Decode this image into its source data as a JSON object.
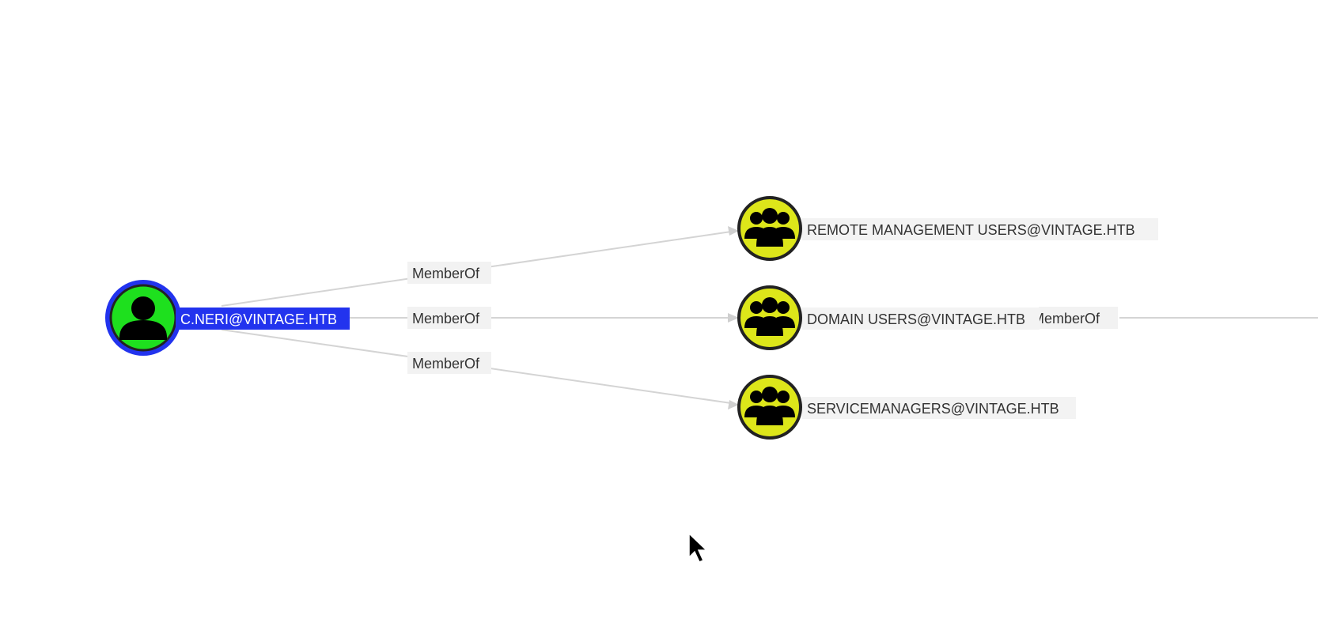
{
  "graph": {
    "source": {
      "id": "user",
      "label": "C.NERI@VINTAGE.HTB",
      "icon": "user-icon",
      "fill": "#1ee01e",
      "ring": "#2233ee",
      "selected": true
    },
    "targets": [
      {
        "id": "remote",
        "label": "REMOTE MANAGEMENT USERS@VINTAGE.HTB",
        "icon": "group-icon",
        "fill": "#dde61a"
      },
      {
        "id": "domain",
        "label": "DOMAIN USERS@VINTAGE.HTB",
        "icon": "group-icon",
        "fill": "#dde61a"
      },
      {
        "id": "svc",
        "label": "SERVICEMANAGERS@VINTAGE.HTB",
        "icon": "group-icon",
        "fill": "#dde61a"
      }
    ],
    "edges": [
      {
        "from": "user",
        "to": "remote",
        "label": "MemberOf"
      },
      {
        "from": "user",
        "to": "domain",
        "label": "MemberOf"
      },
      {
        "from": "user",
        "to": "svc",
        "label": "MemberOf"
      },
      {
        "from": "domain",
        "to": "offscreen",
        "label": "MemberOf"
      }
    ]
  }
}
